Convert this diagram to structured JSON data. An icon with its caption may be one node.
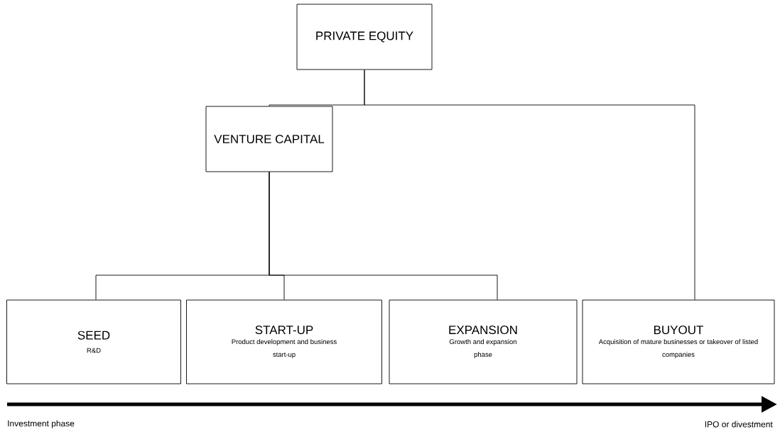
{
  "diagram": {
    "nodes": [
      {
        "text": [
          "PRIVATE EQUITY"
        ]
      },
      {
        "text": [
          "VENTURE CAPITAL"
        ]
      },
      {
        "text": [
          "SEED",
          "R&D"
        ]
      },
      {
        "text": [
          "START-UP",
          "Product development and business start-up"
        ]
      },
      {
        "text": [
          "EXPANSION",
          "Growth and expansion phase"
        ]
      },
      {
        "text": [
          "BUYOUT",
          "Acquisition of mature businesses or takeover of listed companies"
        ]
      }
    ],
    "edges": [
      {
        "from": 0,
        "to": 1,
        "arrow": "none"
      },
      {
        "from": 0,
        "to": 5,
        "arrow": "none"
      },
      {
        "from": 1,
        "to": 2,
        "arrow": "none"
      },
      {
        "from": 1,
        "to": 3,
        "arrow": "none"
      },
      {
        "from": 1,
        "to": 4,
        "arrow": "none"
      }
    ],
    "labels": [
      "Investment phase",
      "IPO or divestment"
    ]
  }
}
